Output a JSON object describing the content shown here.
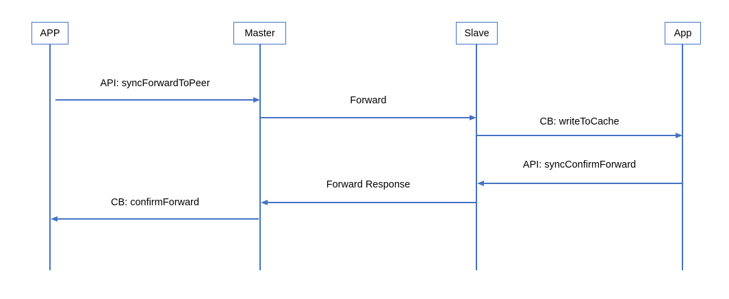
{
  "diagram": {
    "type": "sequence-diagram",
    "background": "#FFFFFF",
    "line_color": "#4472C4",
    "text_color": "#000000"
  },
  "actors": [
    {
      "label": "APP"
    },
    {
      "label": "Master"
    },
    {
      "label": "Slave"
    },
    {
      "label": "App"
    }
  ],
  "messages": [
    {
      "label": "API: syncForwardToPeer",
      "from": "APP",
      "to": "Master",
      "direction": "right"
    },
    {
      "label": "Forward",
      "from": "Master",
      "to": "Slave",
      "direction": "right"
    },
    {
      "label": "CB: writeToCache",
      "from": "Slave",
      "to": "App",
      "direction": "right"
    },
    {
      "label": "API: syncConfirmForward",
      "from": "App",
      "to": "Slave",
      "direction": "left"
    },
    {
      "label": "Forward Response",
      "from": "Slave",
      "to": "Master",
      "direction": "left"
    },
    {
      "label": "CB: confirmForward",
      "from": "Master",
      "to": "APP",
      "direction": "left"
    }
  ]
}
